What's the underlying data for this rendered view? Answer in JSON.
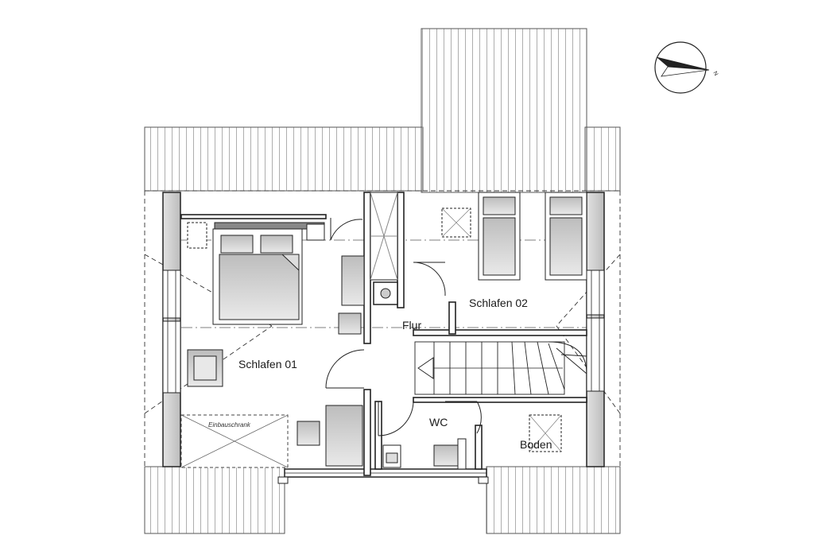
{
  "plan": {
    "rooms": {
      "schlafen_01": "Schlafen 01",
      "schlafen_02": "Schlafen 02",
      "flur": "Flur",
      "wc": "WC",
      "boden": "Boden"
    },
    "annotations": {
      "einbauschrank": "Einbauschrank"
    },
    "compass": {
      "north_label": "N"
    }
  }
}
